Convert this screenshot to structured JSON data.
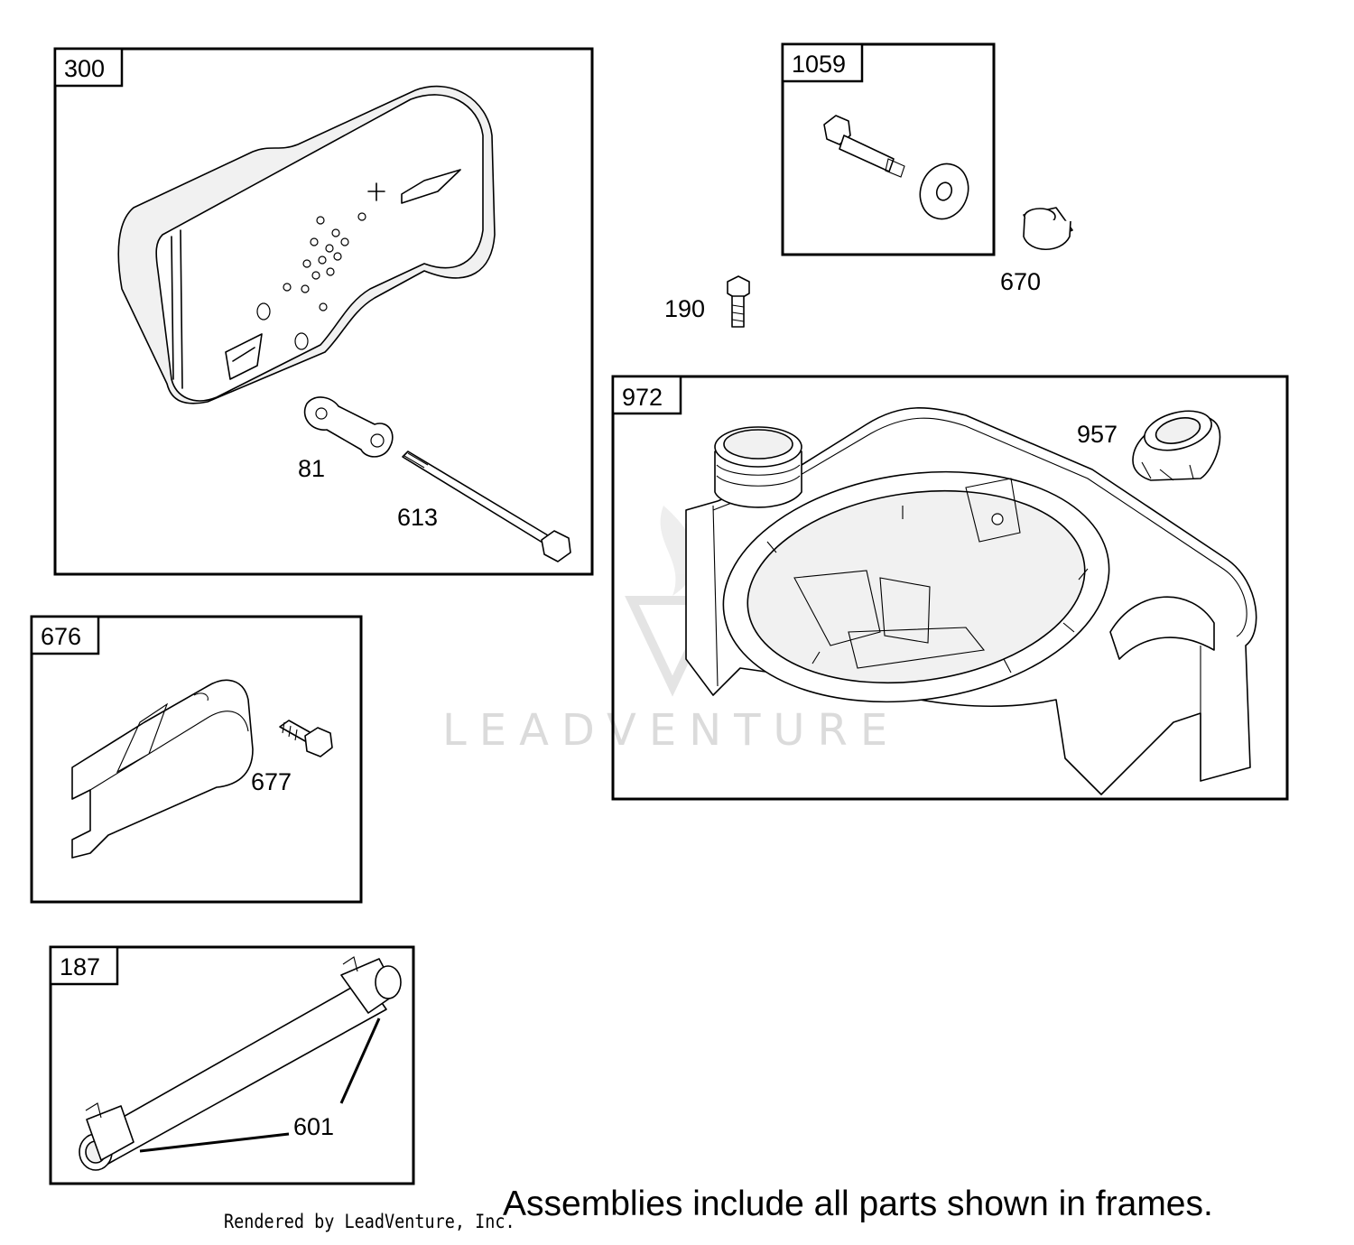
{
  "frames": [
    {
      "tag": "300"
    },
    {
      "tag": "1059"
    },
    {
      "tag": "972"
    },
    {
      "tag": "676"
    },
    {
      "tag": "187"
    }
  ],
  "callouts": {
    "p81": "81",
    "p613": "613",
    "p190": "190",
    "p670": "670",
    "p957": "957",
    "p677": "677",
    "p601": "601"
  },
  "watermark": "LEADVENTURE",
  "footer": {
    "rendered_by": "Rendered by LeadVenture, Inc.",
    "note": "Assemblies include all parts shown in frames."
  }
}
